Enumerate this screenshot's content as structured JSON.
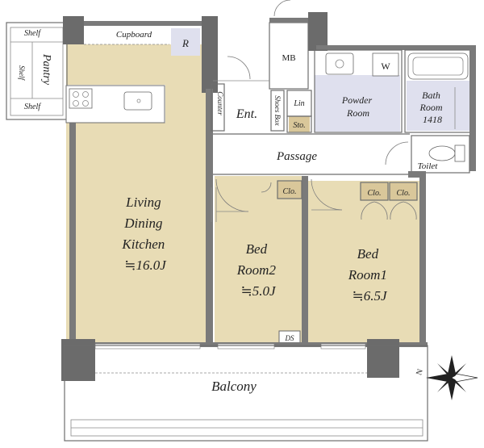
{
  "rooms": {
    "shelf_top": "Shelf",
    "shelf_side": "Shelf",
    "shelf_bottom": "Shelf",
    "pantry": "Pantry",
    "cupboard": "Cupboard",
    "refrigerator": "R",
    "mb": "MB",
    "washer": "W",
    "counter": "Counter",
    "entrance": "Ent.",
    "shoes_box": "Shoes Box",
    "linen": "Lin",
    "storage": "Sto.",
    "powder_room": [
      "Powder",
      "Room"
    ],
    "bath_room": [
      "Bath",
      "Room",
      "1418"
    ],
    "toilet": "Toilet",
    "passage": "Passage",
    "closet_bed2": "Clo.",
    "closet_bed1_a": "Clo.",
    "closet_bed1_b": "Clo.",
    "ldk": [
      "Living",
      "Dining",
      "Kitchen",
      "≒16.0J"
    ],
    "bed2": [
      "Bed",
      "Room2",
      "≒5.0J"
    ],
    "bed1": [
      "Bed",
      "Room1",
      "≒6.5J"
    ],
    "ds": "DS",
    "balcony": "Balcony"
  },
  "compass": {
    "north": "N"
  },
  "colors": {
    "floor_tan": "#e8dcb5",
    "wet_area": "#dfe0ee",
    "storage_tan": "#d9c79a",
    "wall": "#7a7a7a"
  }
}
